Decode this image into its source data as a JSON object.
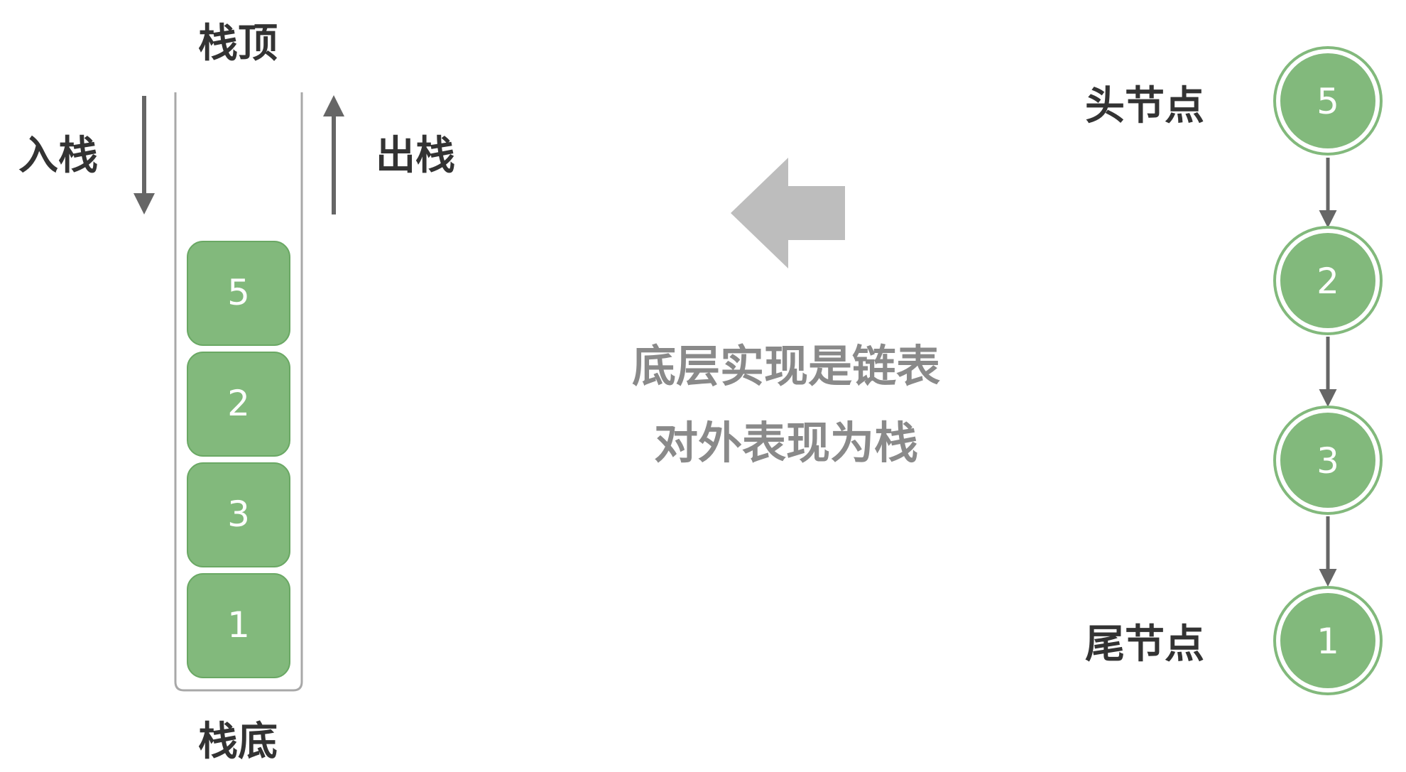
{
  "stack": {
    "top_label": "栈顶",
    "bottom_label": "栈底",
    "push_label": "入栈",
    "pop_label": "出栈",
    "items": [
      "5",
      "2",
      "3",
      "1"
    ]
  },
  "caption": {
    "line1": "底层实现是链表",
    "line2": "对外表现为栈"
  },
  "linked_list": {
    "head_label": "头节点",
    "tail_label": "尾节点",
    "nodes": [
      "5",
      "2",
      "3",
      "1"
    ]
  },
  "colors": {
    "node_fill": "#82b97c",
    "node_stroke": "#6aa864",
    "arrow": "#666666",
    "big_arrow": "#bdbdbd",
    "text": "#333333",
    "caption_text": "#8a8a8a"
  }
}
